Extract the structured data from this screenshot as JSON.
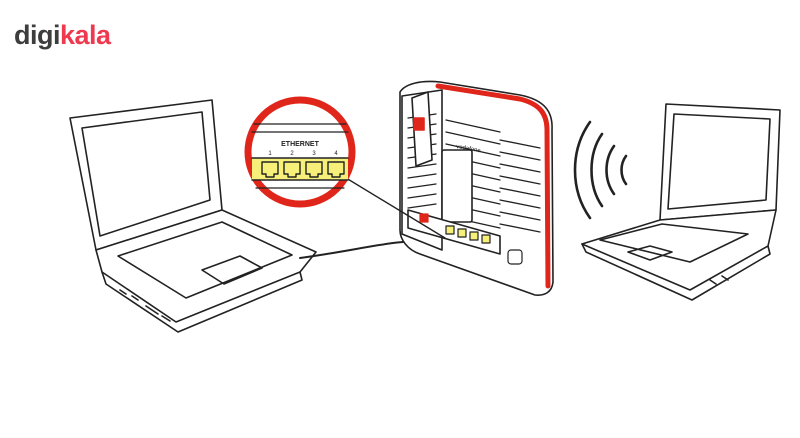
{
  "brand": {
    "part1": "digi",
    "part2": "kala"
  },
  "zoom": {
    "title": "ETHERNET",
    "ports": [
      "1",
      "2",
      "3",
      "4"
    ]
  },
  "router": {
    "brand": "vodafone"
  },
  "colors": {
    "brand_red": "#ef394e",
    "device_red": "#e0261b",
    "port_yellow": "#f6f07a",
    "outline": "#222222"
  }
}
